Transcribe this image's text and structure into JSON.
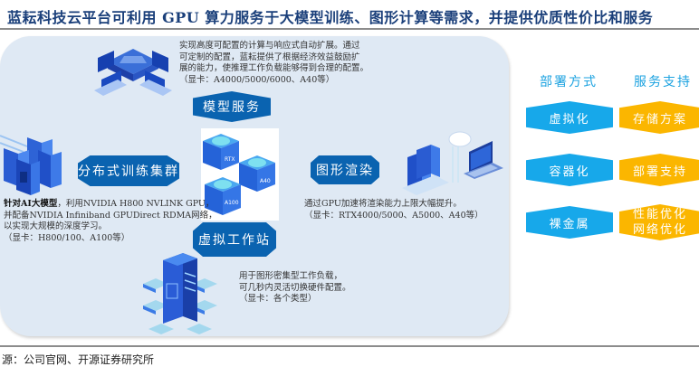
{
  "title": "蓝耘科技云平台可利用 GPU 算力服务于大模型训练、图形计算等需求，并提供优质性价比和服务",
  "source": "源：公司官网、开源证券研究所",
  "services": {
    "model_service": {
      "label": "模型服务",
      "desc": [
        "实现高度可配置的计算与响应式自动扩展。通过",
        "可定制的配置，蓝耘提供了根据经济效益鼓励扩",
        "展的能力，使推理工作负载能够得到合理的配置。",
        "（显卡：A4000/5000/6000、A40等）"
      ]
    },
    "distributed_training": {
      "label": "分布式训练集群",
      "desc_bold": "针对AI大模型",
      "desc": [
        "，利用NVIDIA H800 NVLINK GPU，",
        "并配备NVIDIA Infiniband GPUDirect RDMA网络，",
        "以实现大规模的深度学习。",
        "（显卡：H800/100、A100等）"
      ]
    },
    "graphics_rendering": {
      "label": "图形渲染",
      "desc": [
        "通过GPU加速将渲染能力上限大幅提升。",
        "（显卡：RTX4000/5000、A5000、A40等）"
      ]
    },
    "virtual_workstation": {
      "label": "虚拟工作站",
      "desc": [
        "用于图形密集型工作负载，",
        "可几秒内灵活切换硬件配置。",
        "（显卡：各个类型）"
      ]
    },
    "gpu_chips": [
      "RTX",
      "A40",
      "A100"
    ]
  },
  "deployment": {
    "header": "部署方式",
    "items": [
      "虚拟化",
      "容器化",
      "裸金属"
    ]
  },
  "support": {
    "header": "服务支持",
    "items": [
      "存储方案",
      "部署支持",
      "性能优化",
      "网络优化"
    ]
  },
  "colors": {
    "dark_blue": "#0a63b0",
    "light_blue": "#17a8ea",
    "orange": "#fbb600",
    "panel": "#dfe9f4",
    "title": "#1a3f7a"
  }
}
